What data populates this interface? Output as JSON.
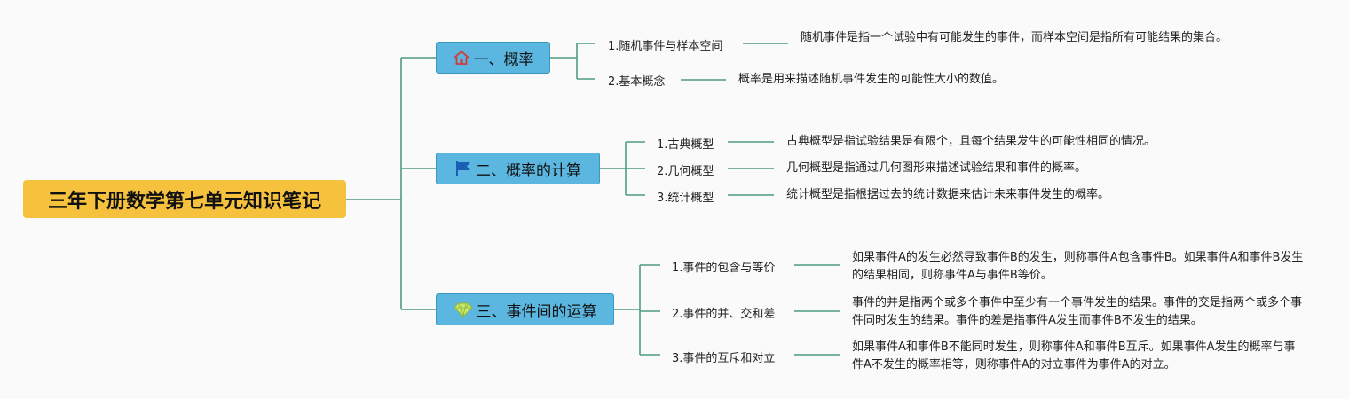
{
  "root": {
    "title": "三年下册数学第七单元知识笔记"
  },
  "colors": {
    "root_bg": "#f6c23e",
    "category_bg": "#5bb7e0",
    "line": "#4e9a86"
  },
  "categories": [
    {
      "label": "一、概率",
      "icon": "home-icon",
      "items": [
        {
          "title": "1.随机事件与样本空间",
          "desc": "随机事件是指一个试验中有可能发生的事件，而样本空间是指所有可能结果的集合。"
        },
        {
          "title": "2.基本概念",
          "desc": "概率是用来描述随机事件发生的可能性大小的数值。"
        }
      ]
    },
    {
      "label": "二、概率的计算",
      "icon": "flag-icon",
      "items": [
        {
          "title": "1.古典概型",
          "desc": "古典概型是指试验结果是有限个，且每个结果发生的可能性相同的情况。"
        },
        {
          "title": "2.几何概型",
          "desc": "几何概型是指通过几何图形来描述试验结果和事件的概率。"
        },
        {
          "title": "3.统计概型",
          "desc": "统计概型是指根据过去的统计数据来估计未来事件发生的概率。"
        }
      ]
    },
    {
      "label": "三、事件间的运算",
      "icon": "diamond-icon",
      "items": [
        {
          "title": "1.事件的包含与等价",
          "desc": "如果事件A的发生必然导致事件B的发生，则称事件A包含事件B。如果事件A和事件B发生的结果相同，则称事件A与事件B等价。"
        },
        {
          "title": "2.事件的并、交和差",
          "desc": "事件的并是指两个或多个事件中至少有一个事件发生的结果。事件的交是指两个或多个事件同时发生的结果。事件的差是指事件A发生而事件B不发生的结果。"
        },
        {
          "title": "3.事件的互斥和对立",
          "desc": "如果事件A和事件B不能同时发生，则称事件A和事件B互斥。如果事件A发生的概率与事件A不发生的概率相等，则称事件A的对立事件为事件A的对立。"
        }
      ]
    }
  ]
}
